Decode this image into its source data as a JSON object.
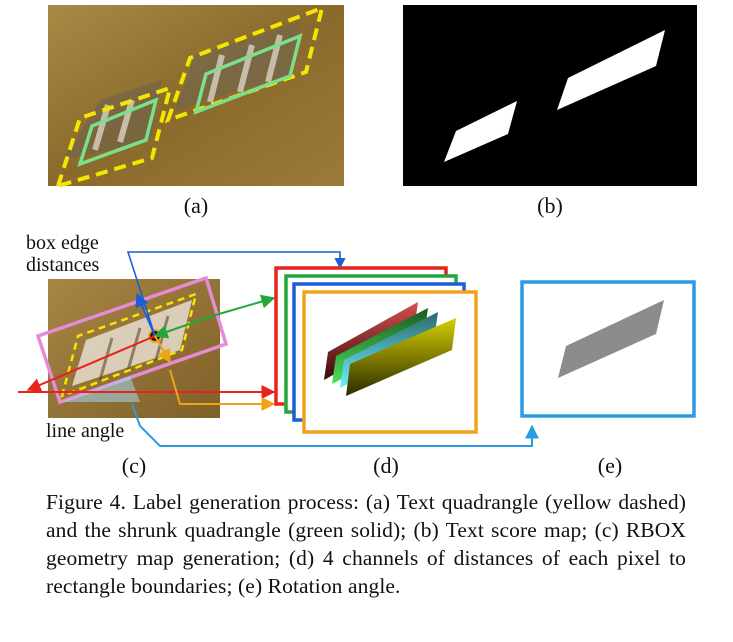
{
  "figure": {
    "number_label": "Figure 4.",
    "panel_labels": [
      "(a)",
      "(b)",
      "(c)",
      "(d)",
      "(e)"
    ],
    "annotations": {
      "box_edge_distances_line1": "box edge",
      "box_edge_distances_line2": "distances",
      "line_angle": "line angle"
    },
    "caption_text": "Label generation process: (a) Text quadrangle (yellow dashed) and the shrunk quadrangle (green solid); (b) Text score map; (c) RBOX geometry map generation; (d) 4 channels of distances of each pixel to rectangle boundaries; (e) Rotation angle.",
    "colors": {
      "quad_dashed": "#f5e600",
      "shrunk_quad": "#7be08a",
      "rbox": "#e68bd6",
      "arrow_red": "#e8221c",
      "arrow_green": "#22a83a",
      "arrow_blue": "#1b5fd6",
      "arrow_orange": "#f0a31a",
      "arrow_cyan": "#2a9be0",
      "map_background": "#000000",
      "angle_fill": "#8c8c8c"
    }
  }
}
